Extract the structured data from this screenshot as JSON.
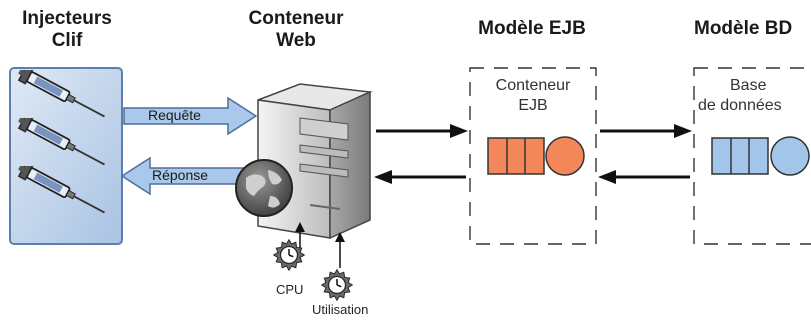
{
  "headers": {
    "injectors": [
      "Injecteurs",
      "Clif"
    ],
    "web": [
      "Conteneur",
      "Web"
    ],
    "ejb": "Modèle EJB",
    "db": "Modèle BD"
  },
  "arrows": {
    "request": "Requête",
    "response": "Réponse"
  },
  "containers": {
    "ejb": [
      "Conteneur",
      "EJB"
    ],
    "db": [
      "Base",
      "de données"
    ]
  },
  "probes": {
    "cpu": "CPU",
    "usage": "Utilisation"
  },
  "colors": {
    "panel_blue": "#b8cfe8",
    "arrow_blue": "#a9c8ea",
    "ejb_orange": "#f4875a",
    "db_blue": "#a3c5ea",
    "server_gray": "#d8d8d8"
  },
  "icons": [
    "syringe-icon",
    "server-icon",
    "globe-icon",
    "gear-clock-icon"
  ]
}
